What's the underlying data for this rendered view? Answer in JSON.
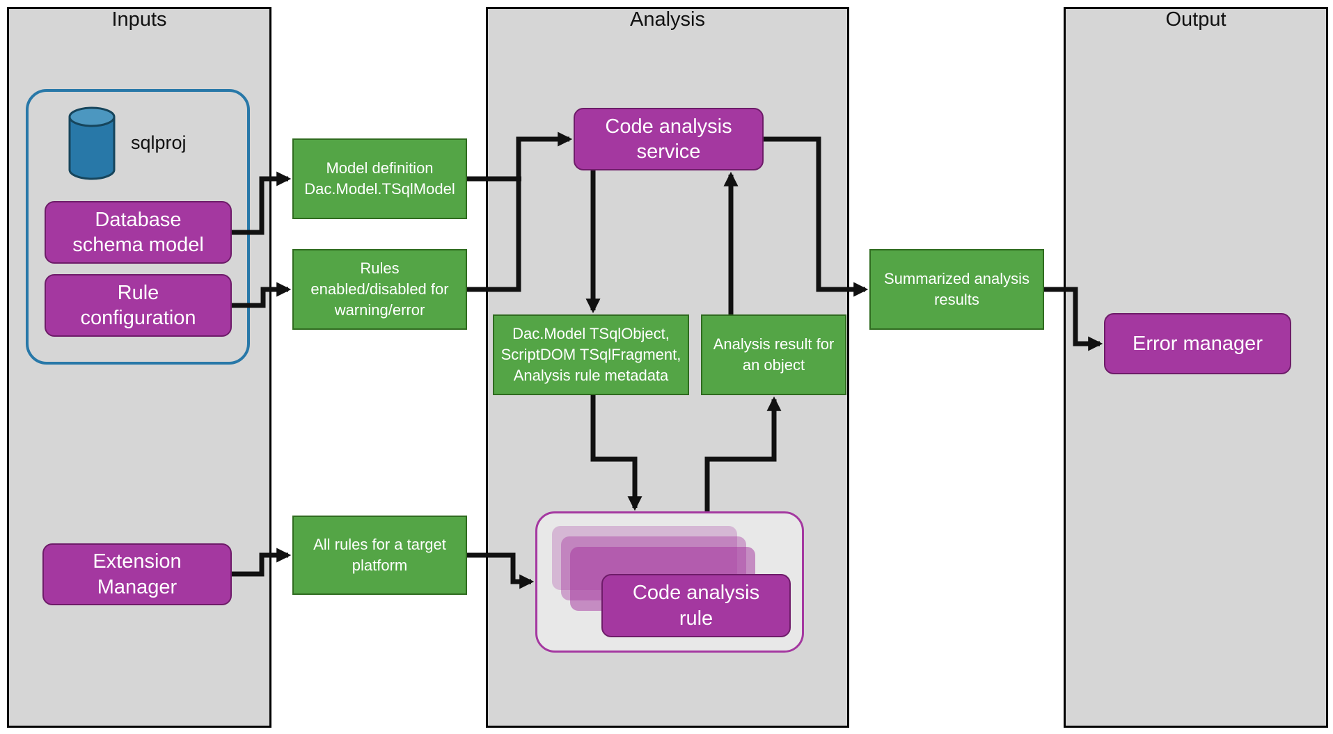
{
  "colors": {
    "purple": "#A438A0",
    "purple_border": "#6E1C69",
    "green": "#54A546",
    "green_border": "#2F6B1F",
    "teal": "#2878A8",
    "teal_dark": "#16455C",
    "column_bg": "#D6D6D6",
    "container_bg": "#E8E8E8",
    "arrow": "#111111"
  },
  "columns": {
    "inputs": "Inputs",
    "analysis": "Analysis",
    "output": "Output"
  },
  "nodes": {
    "sqlproj": "sqlproj",
    "database_schema_model": "Database\nschema model",
    "rule_configuration": "Rule\nconfiguration",
    "extension_manager": "Extension\nManager",
    "model_definition": "Model definition\nDac.Model.TSqlModel",
    "rules_enabled": "Rules\nenabled/disabled for\nwarning/error",
    "all_rules": "All rules for a target\nplatform",
    "code_analysis_service": "Code analysis\nservice",
    "object_metadata": "Dac.Model TSqlObject,\nScriptDOM TSqlFragment,\nAnalysis rule metadata",
    "analysis_result": "Analysis result for\nan object",
    "code_analysis_rule": "Code analysis\nrule",
    "summarized_results": "Summarized analysis\nresults",
    "error_manager": "Error manager"
  }
}
